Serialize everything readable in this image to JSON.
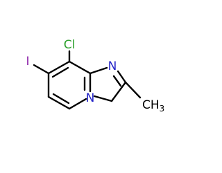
{
  "molecule": {
    "atoms": {
      "chlorine": {
        "symbol": "Cl",
        "color": "#2ca02c"
      },
      "iodine": {
        "symbol": "I",
        "color": "#8b1fa8"
      },
      "ring_nitrogen": {
        "symbol": "N",
        "color": "#2323c8"
      },
      "bridge_nitrogen": {
        "symbol": "N",
        "color": "#2323c8"
      },
      "methyl": {
        "symbol": "CH",
        "subscript": "3",
        "color": "#000000"
      }
    },
    "bond_color": "#000000"
  }
}
